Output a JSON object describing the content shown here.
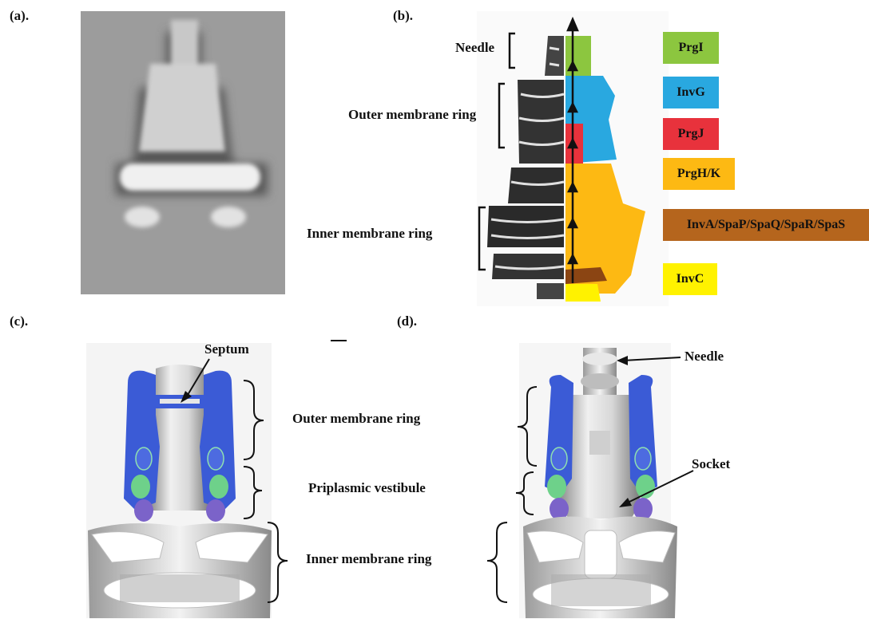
{
  "panels": {
    "a": {
      "label": "(a)."
    },
    "b": {
      "label": "(b).",
      "regions": {
        "needle": "Needle",
        "outer": "Outer membrane ring",
        "inner": "Inner membrane ring"
      },
      "legend": [
        {
          "name": "PrgI",
          "color": "#8cc63f"
        },
        {
          "name": "InvG",
          "color": "#29a8e0"
        },
        {
          "name": "PrgJ",
          "color": "#e8323c"
        },
        {
          "name": "PrgH/K",
          "color": "#fdb913"
        },
        {
          "name": "InvA/SpaP/SpaQ/SpaR/SpaS",
          "color": "#b5651d"
        },
        {
          "name": "InvC",
          "color": "#fff200"
        }
      ]
    },
    "c": {
      "label": "(c).",
      "labels": {
        "septum": "Septum",
        "outer": "Outer membrane  ring",
        "vestibule": "Priplasmic vestibule",
        "inner": "Inner membrane ring"
      }
    },
    "d": {
      "label": "(d).",
      "labels": {
        "needle": "Needle",
        "socket": "Socket"
      }
    }
  }
}
